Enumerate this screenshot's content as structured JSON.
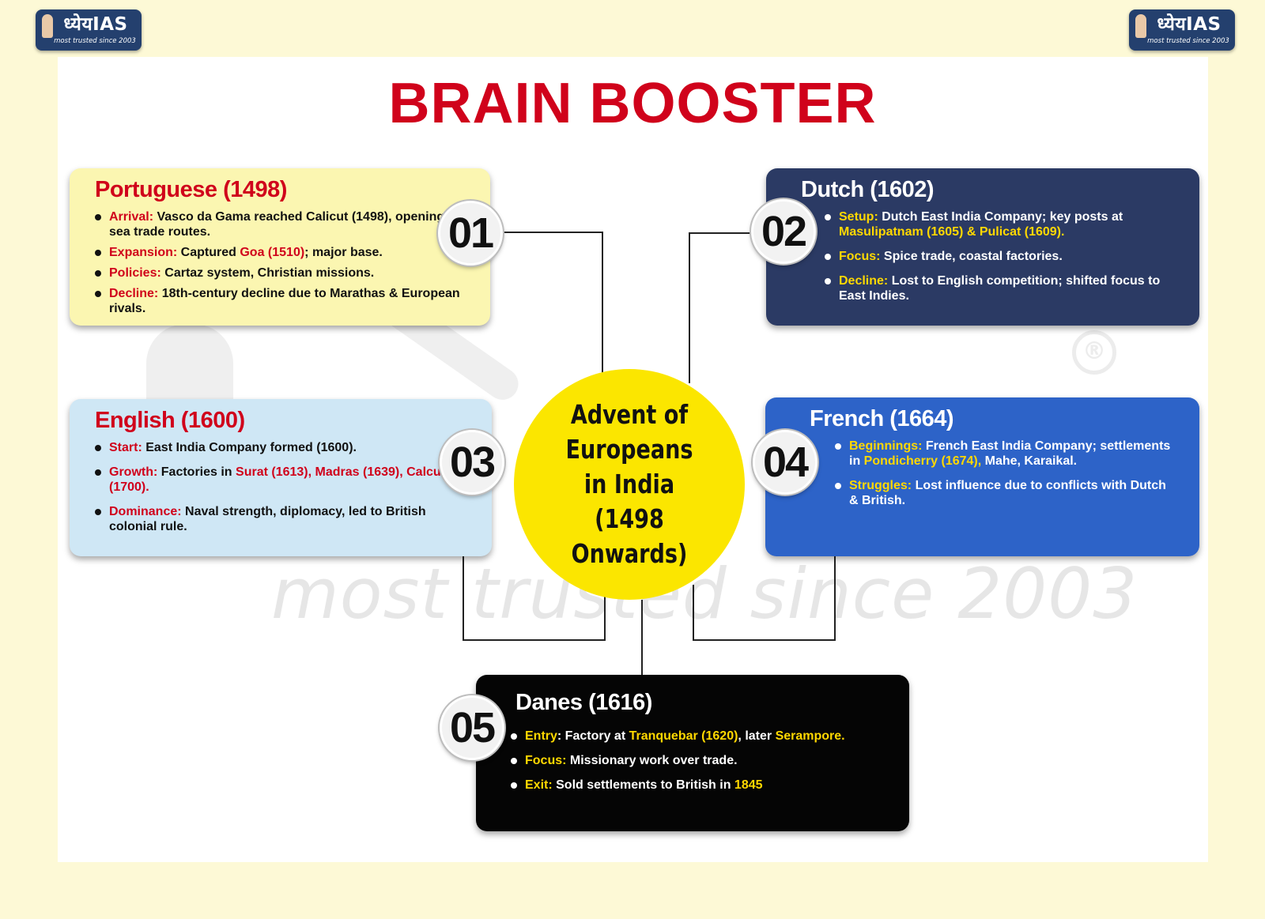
{
  "logo": {
    "name": "ध्येयIAS",
    "tagline": "most trusted since 2003"
  },
  "watermark": {
    "text": "most trusted since 2003",
    "reg_mark": "®"
  },
  "title": "BRAIN BOOSTER",
  "center": {
    "text": "Advent of Europeans in India (1498 Onwards)"
  },
  "cards": {
    "portuguese": {
      "number": "01",
      "title": "Portuguese (1498)",
      "items": [
        {
          "label": "Arrival:",
          "text": " Vasco da Gama reached Calicut (1498), opening sea trade routes."
        },
        {
          "label": "Expansion:",
          "text1": " Captured ",
          "hl": "Goa (1510)",
          "text2": "; major base."
        },
        {
          "label": "Policies:",
          "text": " Cartaz system, Christian missions."
        },
        {
          "label": "Decline:",
          "text": " 18th-century decline due to Marathas & European rivals."
        }
      ]
    },
    "dutch": {
      "number": "02",
      "title": "Dutch (1602)",
      "items": [
        {
          "label": "Setup:",
          "text": " Dutch East India Company; key posts at ",
          "hl": "Masulipatnam (1605) & Pulicat (1609)."
        },
        {
          "label": "Focus:",
          "text": " Spice trade, coastal factories."
        },
        {
          "label": "Decline:",
          "text": " Lost to English competition; shifted focus to East Indies."
        }
      ]
    },
    "english": {
      "number": "03",
      "title": "English (1600)",
      "items": [
        {
          "label": "Start:",
          "text": " East India Company formed (1600)."
        },
        {
          "label": "Growth:",
          "text": " Factories in ",
          "hl": "Surat (1613), Madras (1639), Calcutta (1700)."
        },
        {
          "label": "Dominance:",
          "text": " Naval strength, diplomacy, led to British colonial rule."
        }
      ]
    },
    "french": {
      "number": "04",
      "title": "French (1664)",
      "items": [
        {
          "label": "Beginnings:",
          "text1": " French East India Company; settlements in ",
          "hl": "Pondicherry (1674),",
          "text2": " Mahe, Karaikal."
        },
        {
          "label": "Struggles:",
          "text": " Lost influence due to conflicts with Dutch & British."
        }
      ]
    },
    "danes": {
      "number": "05",
      "title": "Danes (1616)",
      "items": [
        {
          "label": "Entry",
          "text1": ": Factory at ",
          "hl1": "Tranquebar (1620)",
          "text2": ", later ",
          "hl2": "Serampore."
        },
        {
          "label": "Focus:",
          "text": " Missionary work over trade."
        },
        {
          "label": "Exit:",
          "text": " Sold settlements to British in ",
          "hl": "1845"
        }
      ]
    }
  },
  "colors": {
    "background": "#fdf9d6",
    "title": "#d0021b",
    "portuguese_card": "#fbf6b1",
    "dutch_card": "#2b3a64",
    "english_card": "#cfe7f5",
    "french_card": "#2d63c8",
    "danes_card": "#050505",
    "center_circle": "#fbe600",
    "highlight_yellow": "#ffd800"
  }
}
